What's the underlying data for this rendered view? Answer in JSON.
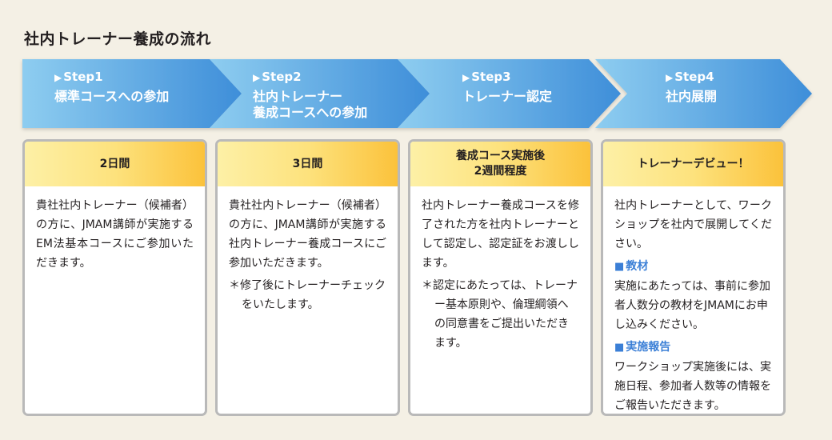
{
  "title": "社内トレーナー養成の流れ",
  "colors": {
    "arrow_light": "#8ecdf0",
    "arrow_dark": "#3e8ed9",
    "card_head_light": "#fdf0a6",
    "card_head_dark": "#fbc23b",
    "card_border": "#b9b9b9",
    "section_title": "#3b7fd6",
    "background": "#f4f0e5"
  },
  "icons": {
    "step_marker": "play-triangle-icon",
    "section_marker": "blue-square-icon"
  },
  "steps": [
    {
      "num": "Step1",
      "label": "標準コースへの参加"
    },
    {
      "num": "Step2",
      "label": "社内トレーナー\n養成コースへの参加"
    },
    {
      "num": "Step3",
      "label": "トレーナー認定"
    },
    {
      "num": "Step4",
      "label": "社内展開"
    }
  ],
  "cards": [
    {
      "head": "2日間",
      "desc": "貴社社内トレーナー（候補者）の方に、JMAM講師が実施するEM法基本コースにご参加いただきます。"
    },
    {
      "head": "3日間",
      "desc": "貴社社内トレーナー（候補者）の方に、JMAM講師が実施する社内トレーナー養成コースにご参加いただきます。",
      "note": "＊修了後にトレーナーチェックをいたします。"
    },
    {
      "head": "養成コース実施後\n2週間程度",
      "desc": "社内トレーナー養成コースを修了された方を社内トレーナーとして認定し、認定証をお渡しします。",
      "note": "＊認定にあたっては、トレーナー基本原則や、倫理綱領への同意書をご提出いただきます。"
    },
    {
      "head": "トレーナーデビュー！",
      "desc": "社内トレーナーとして、ワークショップを社内で展開してください。",
      "sections": [
        {
          "title": "教材",
          "text": "実施にあたっては、事前に参加者人数分の教材をJMAMにお申し込みください。"
        },
        {
          "title": "実施報告",
          "text": "ワークショップ実施後には、実施日程、参加者人数等の情報をご報告いただきます。"
        }
      ]
    }
  ]
}
